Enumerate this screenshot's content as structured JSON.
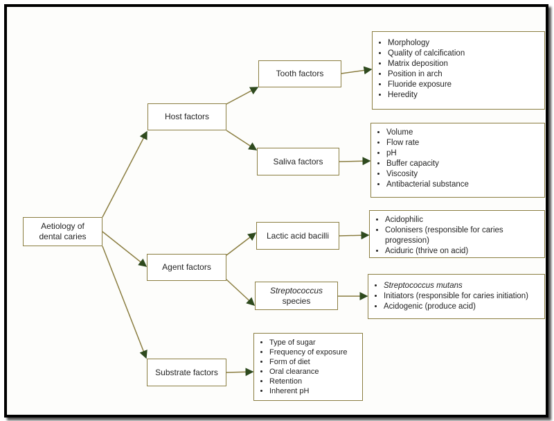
{
  "root": {
    "line1": "Aetiology of",
    "line2": "dental caries"
  },
  "host": {
    "label": "Host factors",
    "tooth": {
      "label": "Tooth factors",
      "items": [
        "Morphology",
        "Quality of calcification",
        "Matrix deposition",
        "Position in arch",
        "Fluoride exposure",
        "Heredity"
      ]
    },
    "saliva": {
      "label": "Saliva factors",
      "items": [
        "Volume",
        "Flow rate",
        "pH",
        "Buffer capacity",
        "Viscosity",
        "Antibacterial substance"
      ]
    }
  },
  "agent": {
    "label": "Agent factors",
    "lactic": {
      "label": "Lactic acid bacilli",
      "items": [
        "Acidophilic",
        "Colonisers (responsible for caries progression)",
        "Aciduric (thrive on acid)"
      ]
    },
    "strep": {
      "label_italic": "Streptococcus",
      "label_rest": "species",
      "items": [
        "Streptococcus mutans",
        "Initiators (responsible for caries initiation)",
        "Acidogenic (produce acid)"
      ]
    }
  },
  "substrate": {
    "label": "Substrate factors",
    "items": [
      "Type of sugar",
      "Frequency of exposure",
      "Form of diet",
      "Oral clearance",
      "Retention",
      "Inherent pH"
    ]
  }
}
